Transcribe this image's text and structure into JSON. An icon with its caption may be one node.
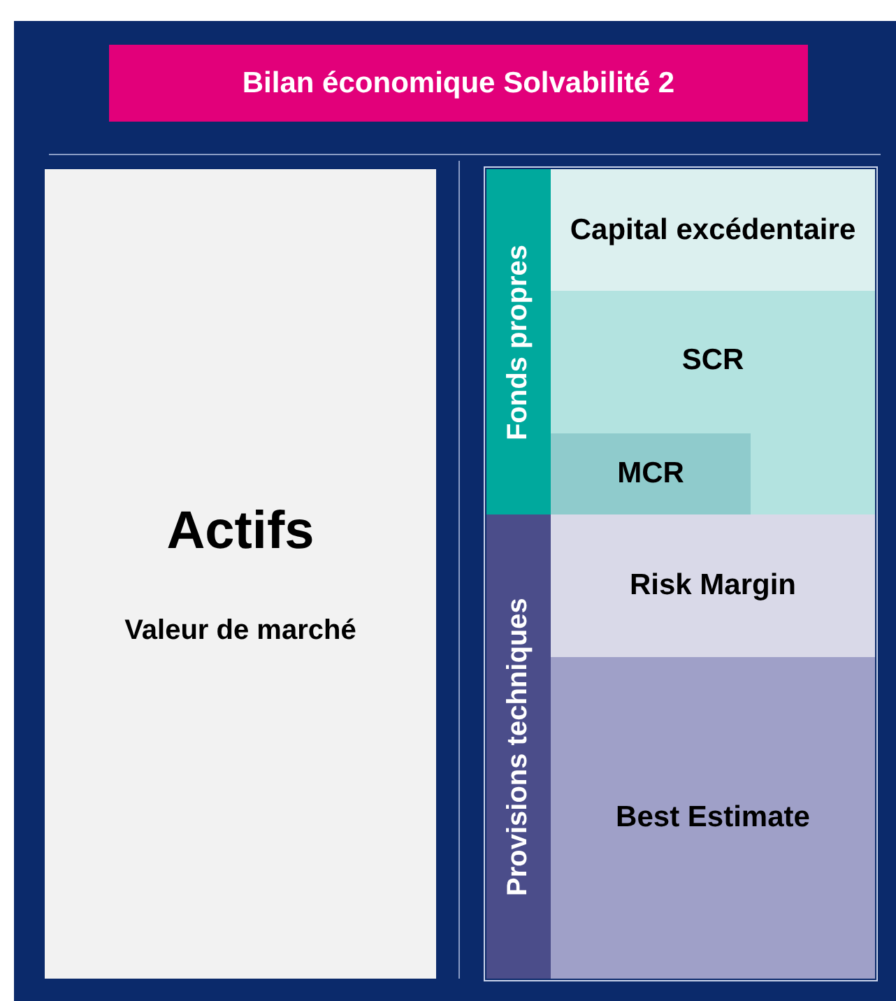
{
  "diagram": {
    "nodes": [
      {
        "text": [
          "Bilan économique Solvabilité 2"
        ]
      },
      {
        "text": [
          "Actifs",
          "Valeur de marché"
        ]
      },
      {
        "text": [
          "Fonds propres"
        ]
      },
      {
        "text": [
          "Capital excédentaire"
        ]
      },
      {
        "text": [
          "SCR"
        ]
      },
      {
        "text": [
          "MCR"
        ],
        "in": 4
      },
      {
        "text": [
          "Provisions techniques"
        ]
      },
      {
        "text": [
          "Risk Margin"
        ]
      },
      {
        "text": [
          "Best Estimate"
        ]
      }
    ]
  }
}
